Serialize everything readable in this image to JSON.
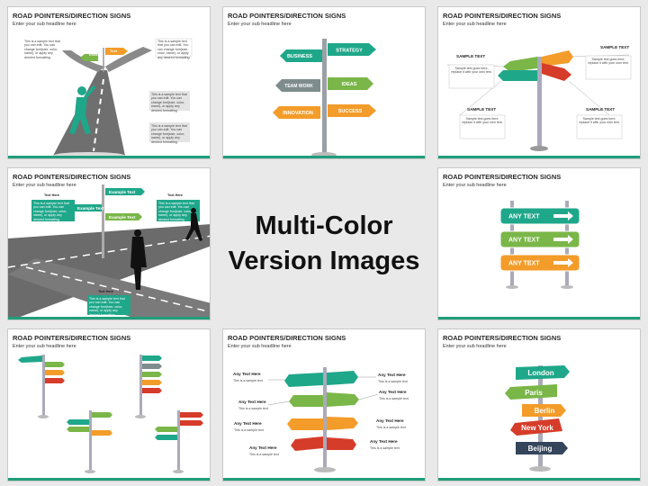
{
  "slide_title": "ROAD POINTERS/DIRECTION SIGNS",
  "slide_subtitle": "Enter your sub headline here",
  "center_heading": {
    "line1": "Multi-Color",
    "line2": "Version Images"
  },
  "colors": {
    "accent": "#1f9e7a",
    "green": "#7ab648",
    "orange": "#f39c2a",
    "red": "#d63c2a",
    "teal": "#1fa78a",
    "navy": "#34455c"
  },
  "slide1": {
    "sign_left": "Ends",
    "sign_right": "Text",
    "sample_paragraph": "This is a sample text that you can edit. You can change font(size, color, name), or apply any desired formatting."
  },
  "slide2": {
    "signs": [
      "BUSINESS",
      "STRATEGY",
      "TEAM WORK",
      "IDEAS",
      "INNOVATION",
      "SUCCESS"
    ]
  },
  "slide3": {
    "heading": "SAMPLE TEXT",
    "body": "Sample text goes here, replace it with your own text."
  },
  "slide4": {
    "signs": [
      "Example Text",
      "Example Text",
      "Example Text"
    ],
    "text_here": "Text Here",
    "text_body": "This is a sample text that you can edit. You can change font(size, color, name), or apply any desired formatting."
  },
  "slide5": {
    "signs": [
      "ANY TEXT",
      "ANY TEXT",
      "ANY TEXT"
    ]
  },
  "slide7": {
    "heading": "Any Text Here",
    "body": "This is a sample text"
  },
  "slide8": {
    "cities": [
      "London",
      "Paris",
      "Berlin",
      "New York",
      "Beijing"
    ]
  }
}
